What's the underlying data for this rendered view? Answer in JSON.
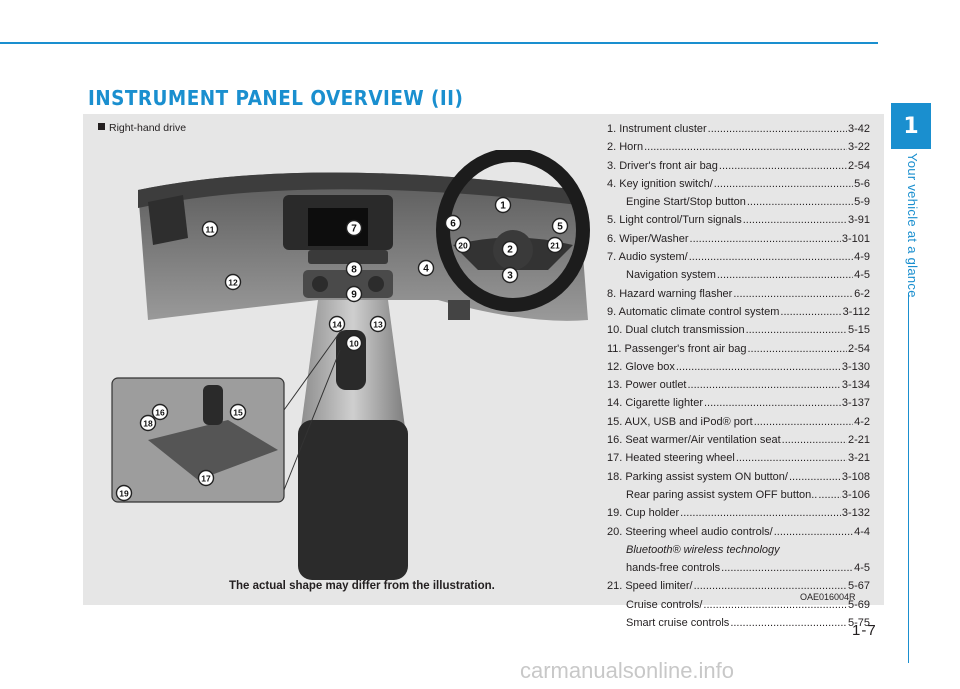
{
  "header": {
    "title": "INSTRUMENT PANEL OVERVIEW (II)"
  },
  "side": {
    "chapter": "1",
    "label": "Your vehicle at a glance"
  },
  "figure": {
    "drive_label": "Right-hand drive",
    "caption": "The actual shape may differ from the illustration.",
    "code": "OAE016004R",
    "callouts": [
      "1",
      "2",
      "3",
      "4",
      "5",
      "6",
      "7",
      "8",
      "9",
      "10",
      "11",
      "12",
      "13",
      "14",
      "15",
      "16",
      "17",
      "18",
      "19",
      "20",
      "21"
    ]
  },
  "items": [
    {
      "label": "1. Instrument cluster",
      "page": "3-42"
    },
    {
      "label": "2. Horn",
      "page": "3-22"
    },
    {
      "label": "3. Driver's front air bag",
      "page": "2-54"
    },
    {
      "label": "4. Key ignition switch/",
      "page": "5-6"
    },
    {
      "label": "Engine Start/Stop button",
      "page": "5-9",
      "sub": true
    },
    {
      "label": "5. Light control/Turn signals",
      "page": "3-91"
    },
    {
      "label": "6. Wiper/Washer",
      "page": "3-101"
    },
    {
      "label": "7. Audio system/",
      "page": "4-9"
    },
    {
      "label": "Navigation system",
      "page": "4-5",
      "sub": true
    },
    {
      "label": "8. Hazard warning flasher",
      "page": "6-2"
    },
    {
      "label": "9. Automatic climate control system",
      "page": "3-112"
    },
    {
      "label": "10. Dual clutch transmission",
      "page": "5-15"
    },
    {
      "label": "11. Passenger's front air bag",
      "page": "2-54"
    },
    {
      "label": "12. Glove box",
      "page": "3-130"
    },
    {
      "label": "13. Power outlet",
      "page": "3-134"
    },
    {
      "label": "14. Cigarette lighter",
      "page": "3-137"
    },
    {
      "label": "15. AUX, USB and iPod® port",
      "page": "4-2"
    },
    {
      "label": "16. Seat warmer/Air ventilation seat",
      "page": "2-21"
    },
    {
      "label": "17. Heated steering wheel",
      "page": "3-21"
    },
    {
      "label": "18. Parking assist system ON button/",
      "page": "3-108"
    },
    {
      "label": "Rear paring assist system OFF button..",
      "page": "3-106",
      "sub": true
    },
    {
      "label": "19. Cup holder",
      "page": "3-132"
    },
    {
      "label": "20. Steering wheel audio controls/",
      "page": "4-4"
    },
    {
      "label": "Bluetooth® wireless technology",
      "page": "",
      "sub": true,
      "italic": true
    },
    {
      "label": "hands-free controls",
      "page": "4-5",
      "sub": true
    },
    {
      "label": "21. Speed limiter/",
      "page": "5-67"
    },
    {
      "label": "Cruise controls/",
      "page": "5-69",
      "sub": true
    },
    {
      "label": "Smart cruise controls",
      "page": "5-75",
      "sub": true
    }
  ],
  "footer": {
    "page_number": "1-7",
    "watermark": "carmanualsonline.info"
  }
}
